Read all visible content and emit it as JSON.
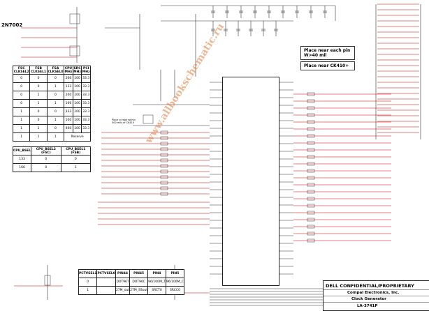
{
  "part_tag": "2N7002",
  "notes": {
    "place_pin": "Place near each pin",
    "w_mil": "W>40 mil",
    "place_ck": "Place near CK410+",
    "crystal": "Place crystal within 500 mils of CK410"
  },
  "fsc_table": {
    "headers": [
      "FSC\nCLKSEL2",
      "FSB\nCLKSEL1",
      "FSA\nCLKSEL0",
      "CPU\nMHz",
      "SRC\nMHz",
      "PCI\nMHz"
    ],
    "rows": [
      [
        "0",
        "0",
        "0",
        "266",
        "100",
        "33.3"
      ],
      [
        "0",
        "0",
        "1",
        "133",
        "100",
        "33.3"
      ],
      [
        "0",
        "1",
        "0",
        "200",
        "100",
        "33.3"
      ],
      [
        "0",
        "1",
        "1",
        "166",
        "100",
        "33.3"
      ],
      [
        "1",
        "0",
        "0",
        "333",
        "100",
        "33.3"
      ],
      [
        "1",
        "0",
        "1",
        "100",
        "100",
        "33.3"
      ],
      [
        "1",
        "1",
        "0",
        "400",
        "100",
        "33.3"
      ],
      [
        "1",
        "1",
        "1",
        "Reserve",
        "",
        ""
      ]
    ]
  },
  "cpu_table": {
    "headers": [
      "CPU_BSEL",
      "CPU_BSEL2 (FSC)",
      "CPU_BSEL1 (FSB)"
    ],
    "rows": [
      [
        "133",
        "0",
        "0"
      ],
      [
        "166",
        "0",
        "1"
      ]
    ]
  },
  "pc_table": {
    "headers": [
      "PCTVSEL1",
      "PCTVSEL0",
      "PIN44",
      "PIN45",
      "PIN4",
      "PIN5"
    ],
    "rows": [
      [
        "0",
        "",
        "DOT96T",
        "DOT96C",
        "96/100M_T",
        "96/100M_C"
      ],
      [
        "1",
        "",
        "27M_out",
        "27M_SSout",
        "SRCT0",
        "SRCC0"
      ]
    ]
  },
  "title_block": {
    "confidential": "DELL CONFIDENTIAL/PROPRIETARY",
    "company": "Compal Electronics, Inc.",
    "sheet_title": "Clock Generator",
    "doc_number": "LA-3741P"
  },
  "watermark": "www.allbookschematic.ru",
  "colors": {
    "net_red": "#cc0000",
    "wire": "#333333",
    "watermark": "#e07a3a"
  }
}
